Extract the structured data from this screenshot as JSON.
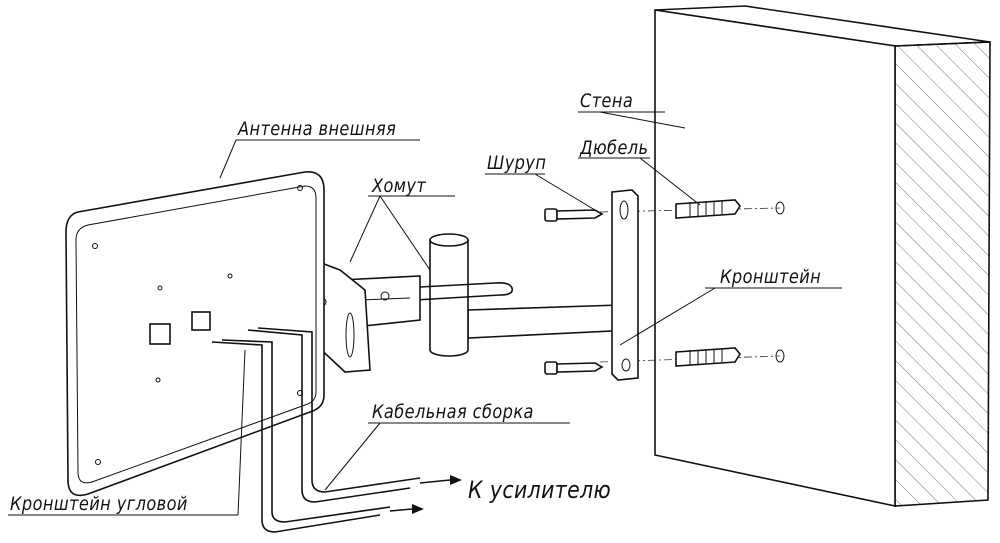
{
  "labels": {
    "antenna": "Антенна внешняя",
    "clamp": "Хомут",
    "screw": "Шуруп",
    "dowel": "Дюбель",
    "wall": "Стена",
    "bracket": "Кронштейн",
    "cable": "Кабельная сборка",
    "to_amplifier": "К усилителю",
    "corner_bracket": "Кронштейн угловой"
  }
}
